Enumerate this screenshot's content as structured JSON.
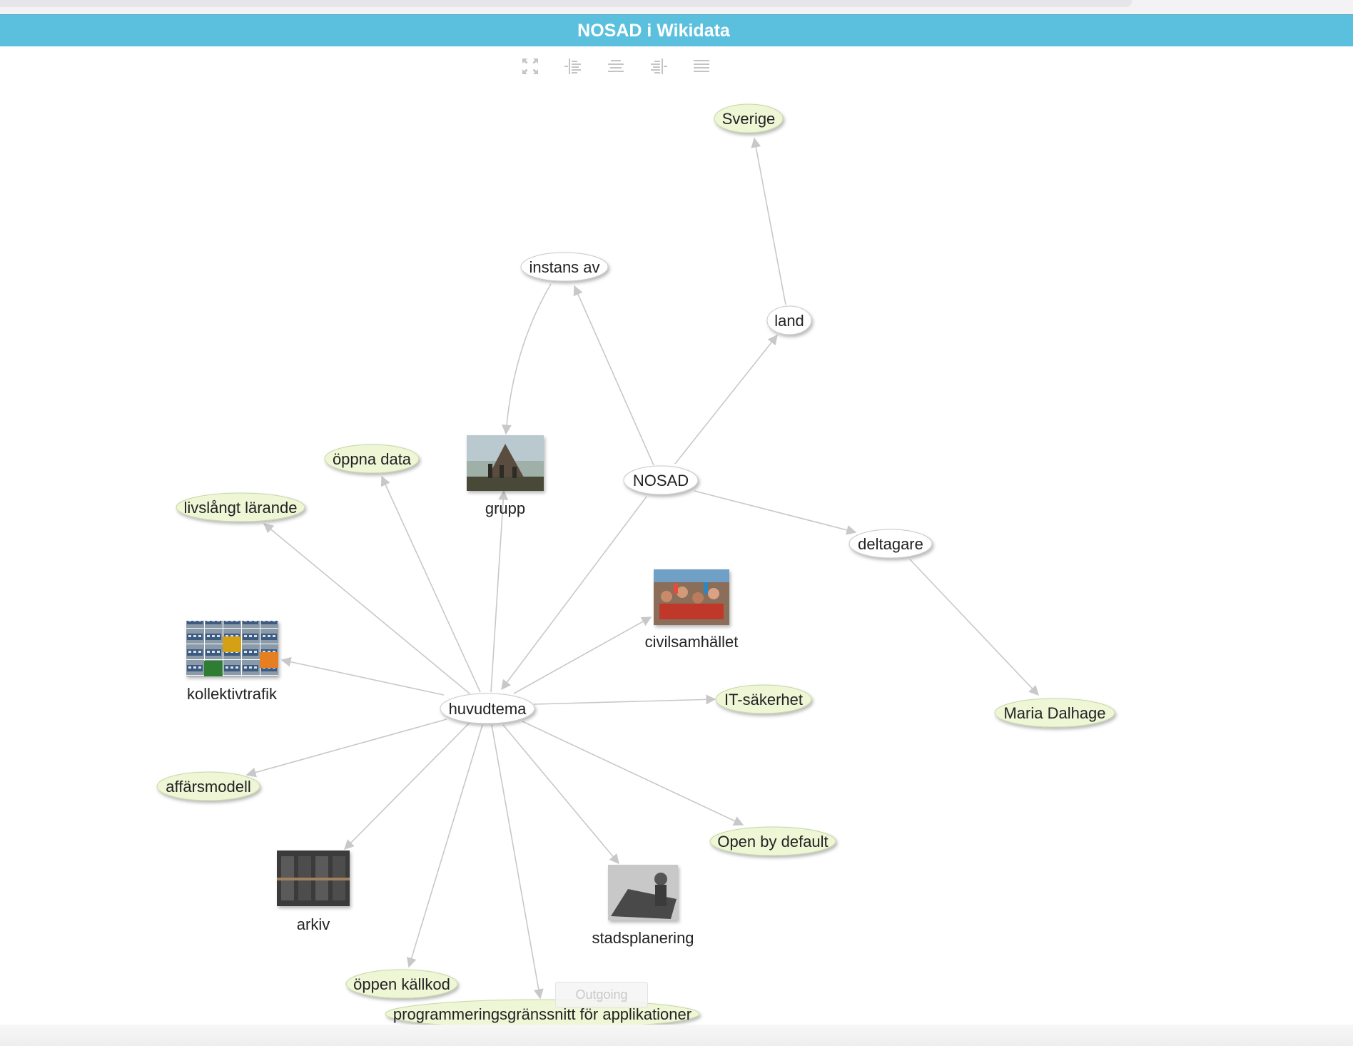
{
  "title": "NOSAD i Wikidata",
  "toolbar": {
    "icons": [
      "fullscreen-icon",
      "align-left-icon",
      "align-center-icon",
      "align-right-icon",
      "align-justify-icon"
    ]
  },
  "tooltip": "Outgoing",
  "nodes": {
    "sverige": "Sverige",
    "instans_av": "instans av",
    "land": "land",
    "grupp": "grupp",
    "oppna_data": "öppna data",
    "nosad": "NOSAD",
    "livslangt": "livslångt lärande",
    "deltagare": "deltagare",
    "civilsamhallet": "civilsamhället",
    "kollektivtrafik": "kollektivtrafik",
    "huvudtema": "huvudtema",
    "it_sakerhet": "IT-säkerhet",
    "maria": "Maria Dalhage",
    "affarsmodell": "affärsmodell",
    "open_by_default": "Open by default",
    "arkiv": "arkiv",
    "stadsplanering": "stadsplanering",
    "oppen_kallkod": "öppen källkod",
    "api": "programmeringsgränssnitt för applikationer"
  },
  "colors": {
    "header": "#5bc0de",
    "entity_node": "#eef6d6",
    "property_node": "#ffffff",
    "edge": "#c8c8c8"
  }
}
